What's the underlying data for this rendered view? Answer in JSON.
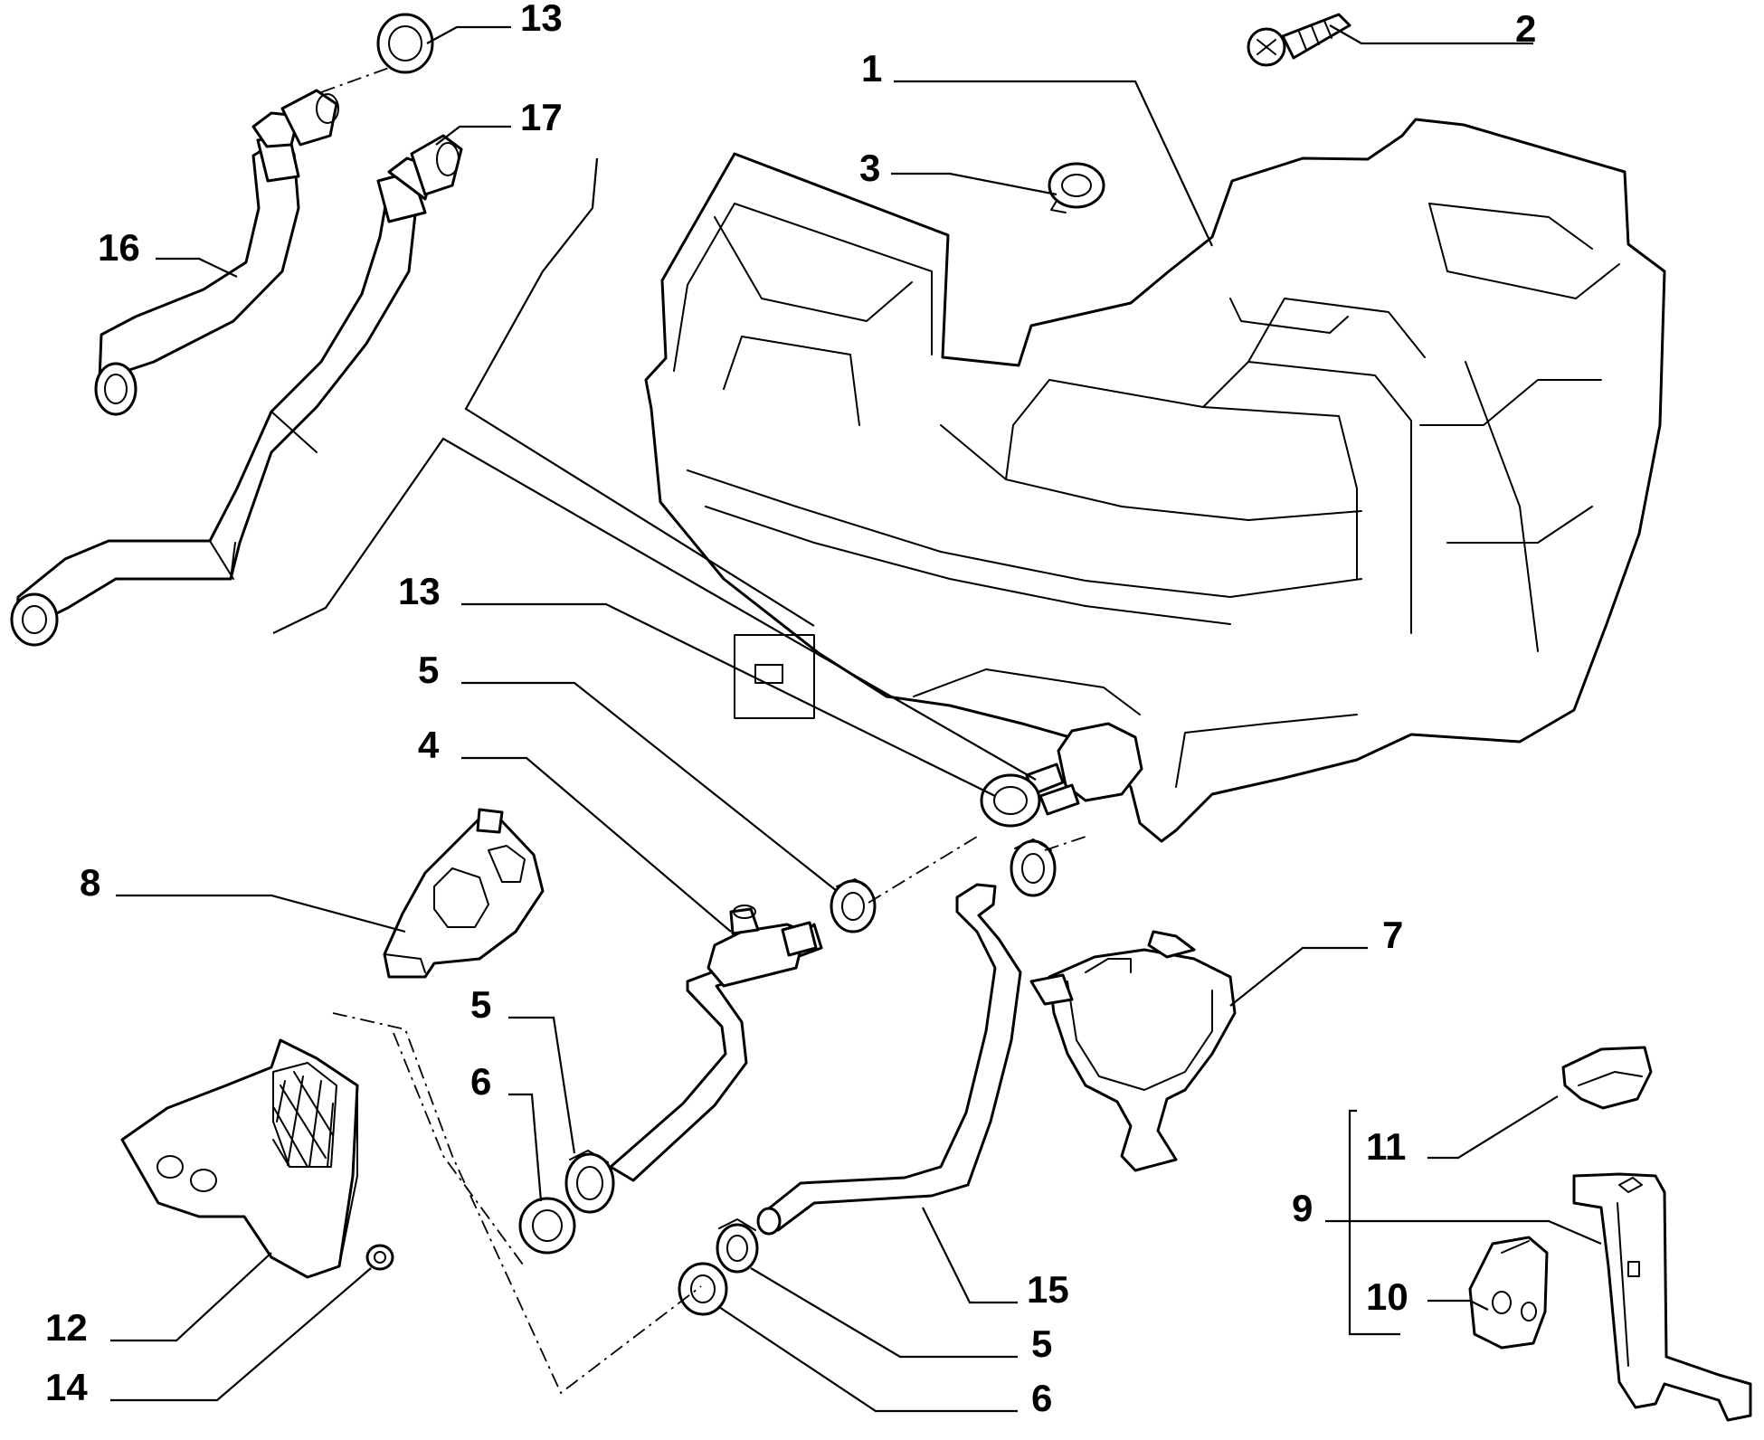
{
  "diagram": {
    "type": "exploded-parts-diagram",
    "colors": {
      "line": "#000000",
      "background": "#ffffff"
    },
    "callouts": [
      {
        "id": "c1",
        "label": "1"
      },
      {
        "id": "c2",
        "label": "2"
      },
      {
        "id": "c3",
        "label": "3"
      },
      {
        "id": "c4",
        "label": "4"
      },
      {
        "id": "c5a",
        "label": "5"
      },
      {
        "id": "c5b",
        "label": "5"
      },
      {
        "id": "c5c",
        "label": "5"
      },
      {
        "id": "c6a",
        "label": "6"
      },
      {
        "id": "c6b",
        "label": "6"
      },
      {
        "id": "c7",
        "label": "7"
      },
      {
        "id": "c8",
        "label": "8"
      },
      {
        "id": "c9",
        "label": "9"
      },
      {
        "id": "c10",
        "label": "10"
      },
      {
        "id": "c11",
        "label": "11"
      },
      {
        "id": "c12",
        "label": "12"
      },
      {
        "id": "c13a",
        "label": "13"
      },
      {
        "id": "c13b",
        "label": "13"
      },
      {
        "id": "c14",
        "label": "14"
      },
      {
        "id": "c15",
        "label": "15"
      },
      {
        "id": "c16",
        "label": "16"
      },
      {
        "id": "c17",
        "label": "17"
      }
    ]
  }
}
